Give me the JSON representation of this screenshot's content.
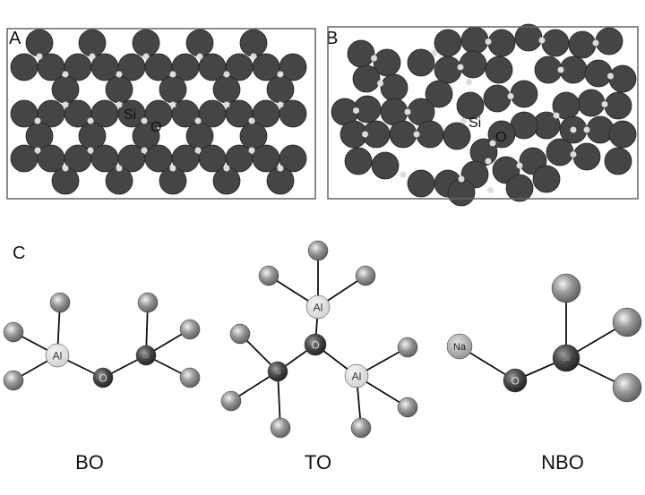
{
  "panels": {
    "a": {
      "label": "A",
      "si_label": "Si",
      "o_label": "O"
    },
    "b": {
      "label": "B",
      "si_label": "Si",
      "o_label": "O"
    },
    "c": {
      "label": "C"
    }
  },
  "molecules": {
    "bo": {
      "caption": "BO",
      "atoms": {
        "al": "Al",
        "o": "O",
        "si": "Si"
      }
    },
    "to": {
      "caption": "TO",
      "atoms": {
        "al_top": "Al",
        "o": "O",
        "si": "Si",
        "al_right": "Al"
      }
    },
    "nbo": {
      "caption": "NBO",
      "atoms": {
        "na": "Na",
        "o": "O",
        "si": "Si"
      }
    }
  },
  "colors": {
    "tetrahedron": "#454545",
    "outline": "#222222",
    "bridge": "#dddddd",
    "al": "#d8d8d8"
  }
}
